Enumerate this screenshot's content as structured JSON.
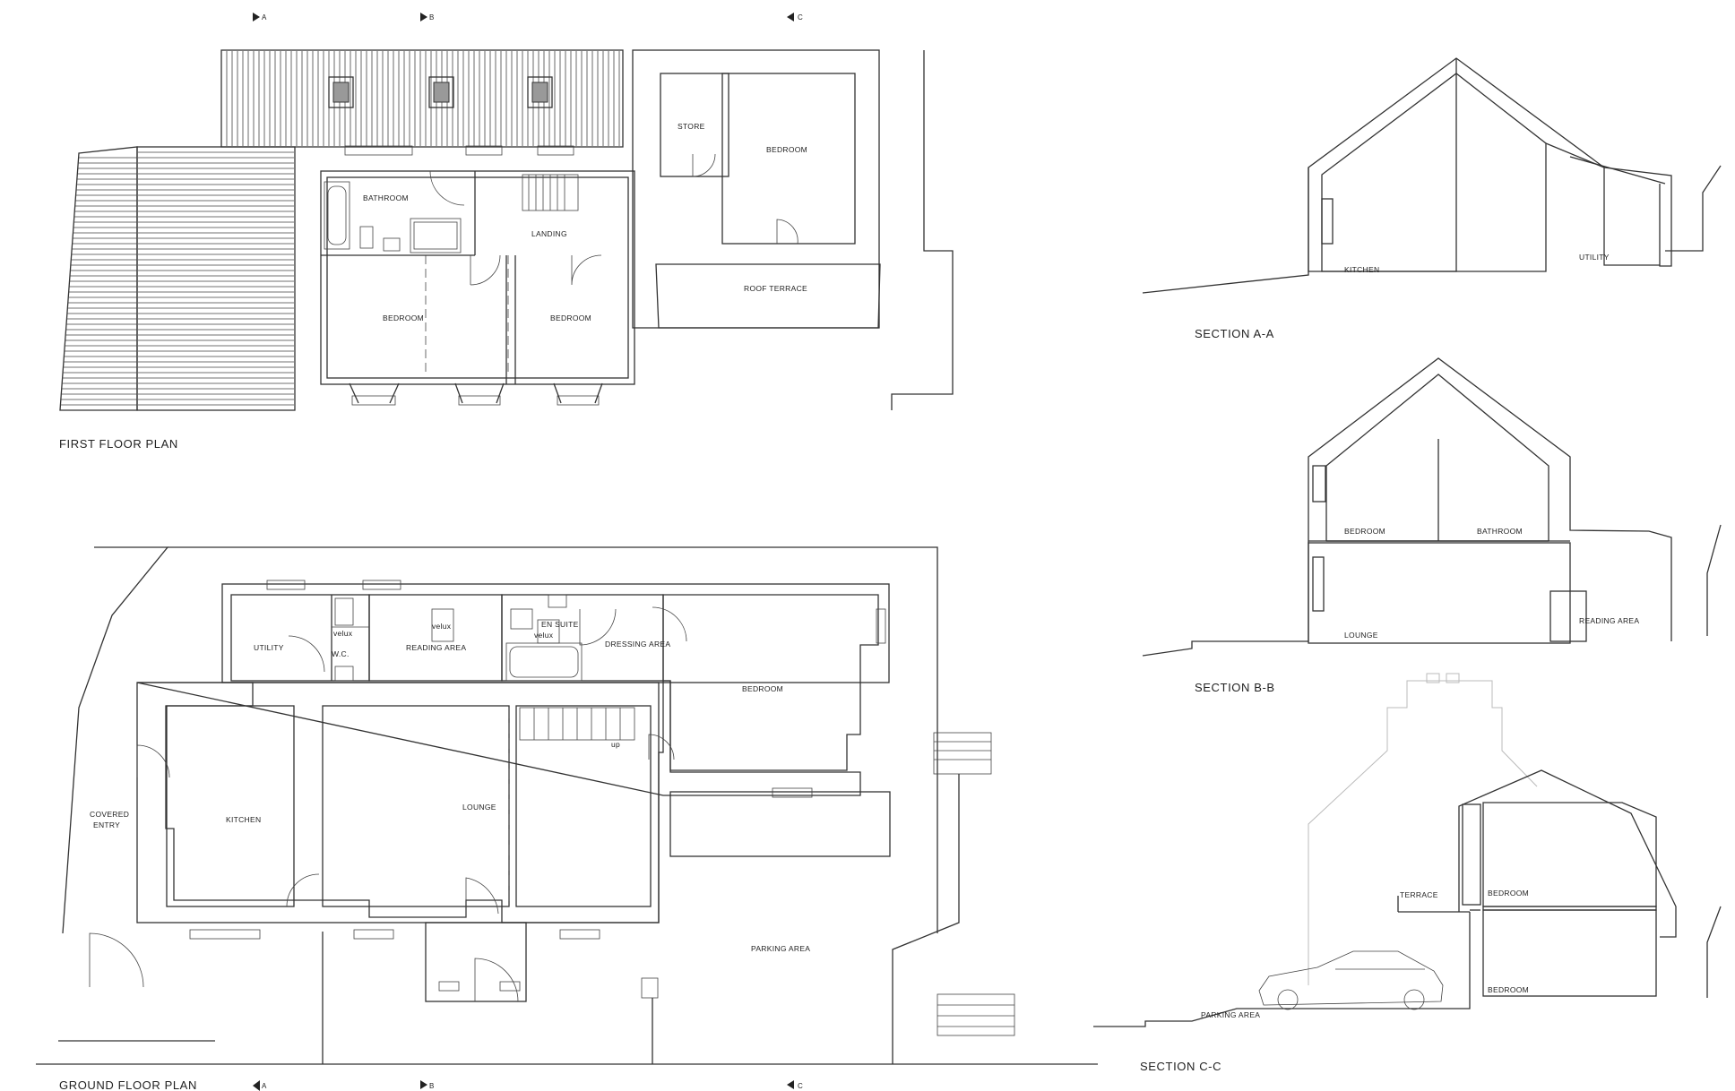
{
  "drawing": {
    "first_floor": {
      "title": "FIRST FLOOR PLAN",
      "rooms": {
        "bathroom": "BATHROOM",
        "landing": "LANDING",
        "store": "STORE",
        "bedroom_east": "BEDROOM",
        "roof_terrace": "ROOF TERRACE",
        "bedroom_west": "BEDROOM",
        "bedroom_mid": "BEDROOM"
      }
    },
    "ground_floor": {
      "title": "GROUND FLOOR PLAN",
      "rooms": {
        "utility": "UTILITY",
        "wc": "W.C.",
        "velux_1": "velux",
        "reading_area": "READING AREA",
        "velux_2": "velux",
        "velux_3": "velux",
        "ensuite": "EN SUITE",
        "dressing_area": "DRESSING AREA",
        "bedroom": "BEDROOM",
        "covered_entry_1": "COVERED",
        "covered_entry_2": "ENTRY",
        "kitchen": "KITCHEN",
        "lounge": "LOUNGE",
        "up": "up",
        "parking_area": "PARKING AREA"
      }
    },
    "section_markers": {
      "a": "A",
      "b": "B",
      "c": "C"
    },
    "sections": {
      "aa": {
        "title": "SECTION A-A",
        "kitchen": "KITCHEN",
        "utility": "UTILITY"
      },
      "bb": {
        "title": "SECTION B-B",
        "bedroom": "BEDROOM",
        "bathroom": "BATHROOM",
        "lounge": "LOUNGE",
        "reading_area": "READING AREA"
      },
      "cc": {
        "title": "SECTION C-C",
        "terrace": "TERRACE",
        "bedroom_upper": "BEDROOM",
        "bedroom_lower": "BEDROOM",
        "parking_area": "PARKING AREA"
      }
    }
  }
}
